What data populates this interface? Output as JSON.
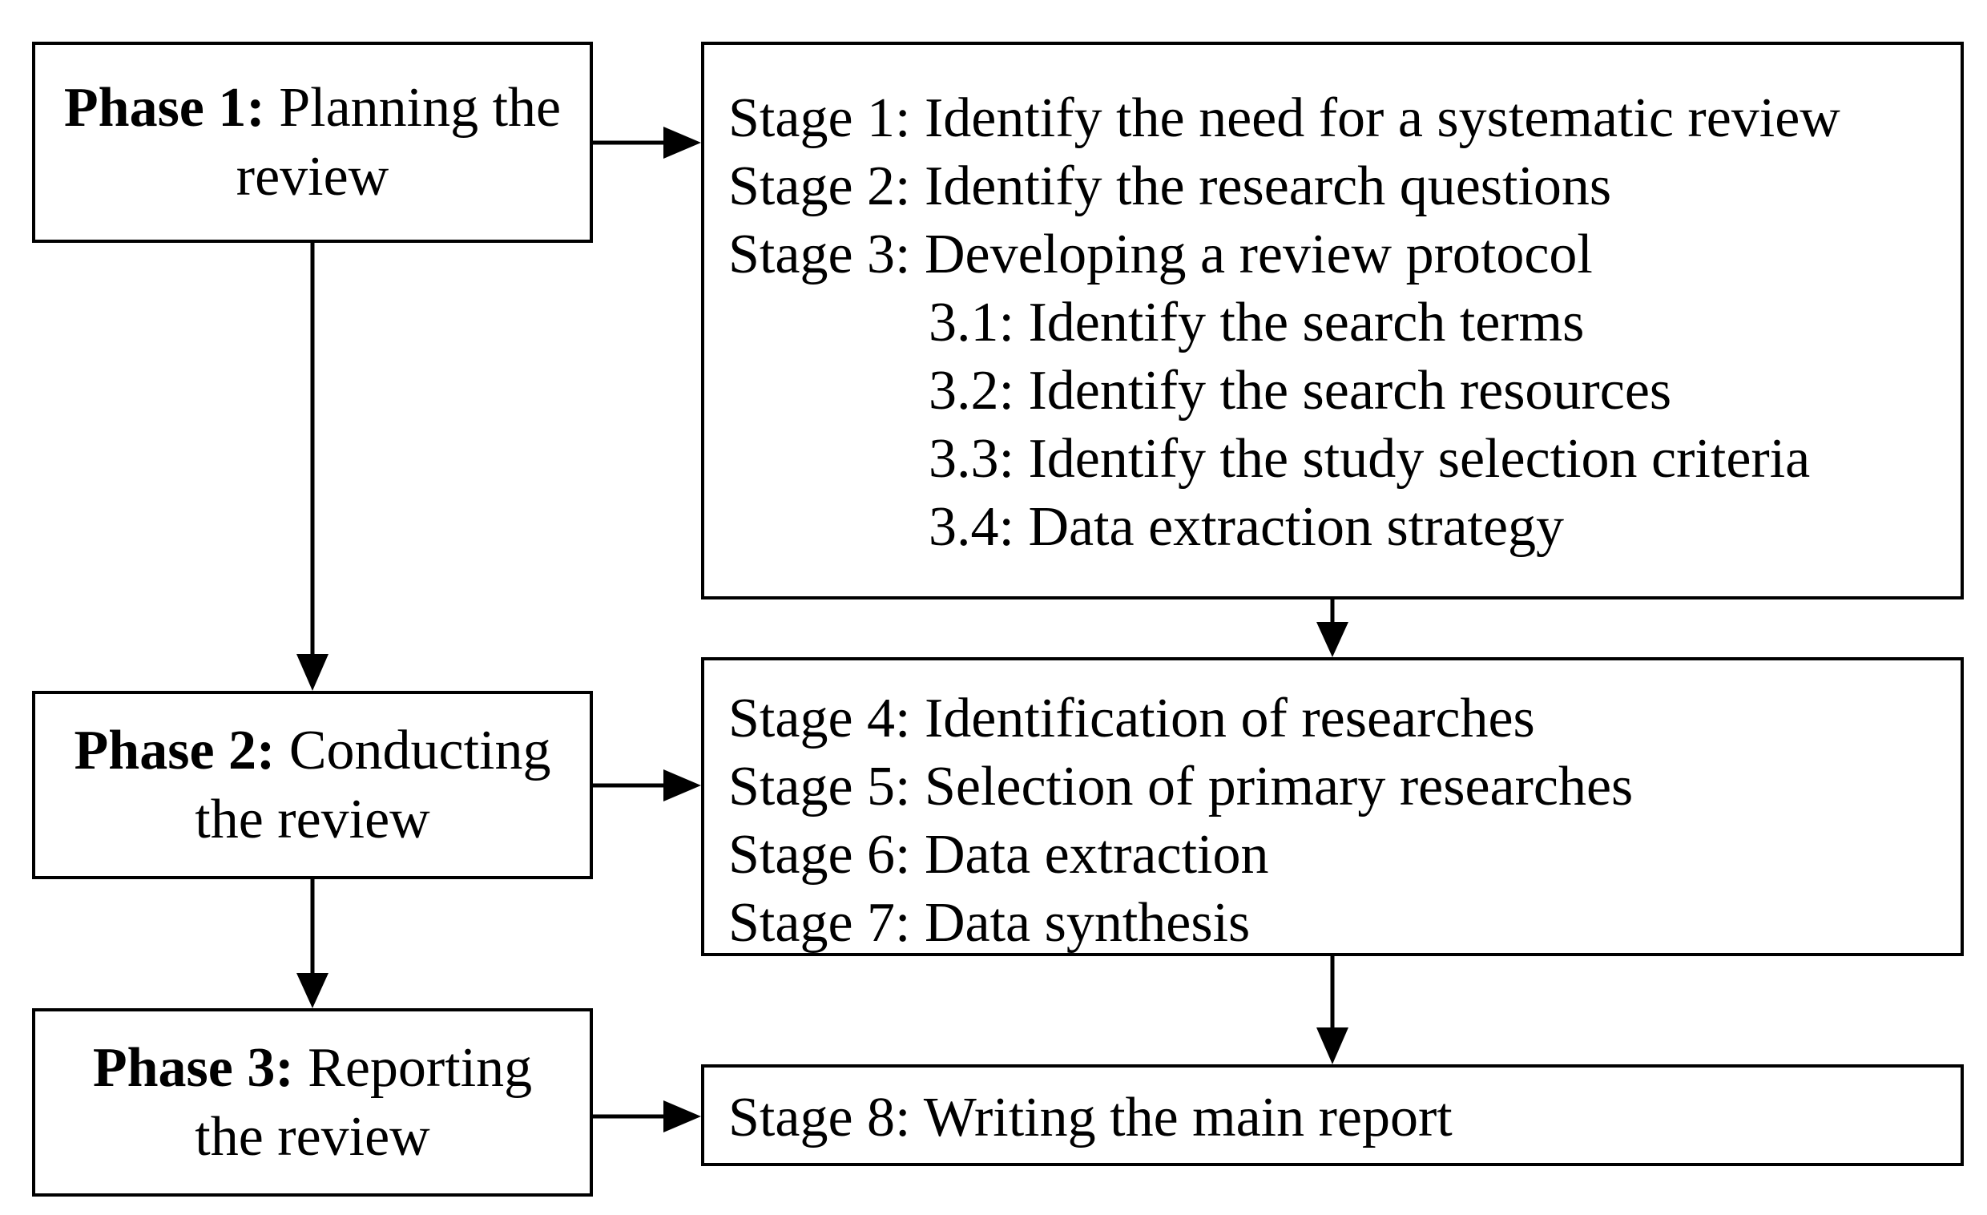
{
  "phases": [
    {
      "label": "Phase 1:",
      "name": "Planning the",
      "name2": "review"
    },
    {
      "label": "Phase 2:",
      "name": "Conducting",
      "name2": "the review"
    },
    {
      "label": "Phase 3:",
      "name": "Reporting",
      "name2": "the review"
    }
  ],
  "stage_groups": [
    {
      "lines": [
        "Stage 1: Identify the need for a systematic review",
        "Stage 2: Identify the research questions",
        "Stage 3: Developing a review protocol"
      ],
      "sublines": [
        "3.1: Identify the search terms",
        "3.2: Identify the search resources",
        "3.3: Identify the study selection criteria",
        "3.4: Data extraction strategy"
      ]
    },
    {
      "lines": [
        "Stage 4: Identification of researches",
        "Stage 5: Selection of primary researches",
        "Stage 6: Data extraction",
        "Stage 7: Data synthesis"
      ]
    },
    {
      "lines": [
        "Stage 8: Writing the main report"
      ]
    }
  ],
  "colors": {
    "stroke": "#000000",
    "background": "#ffffff"
  }
}
